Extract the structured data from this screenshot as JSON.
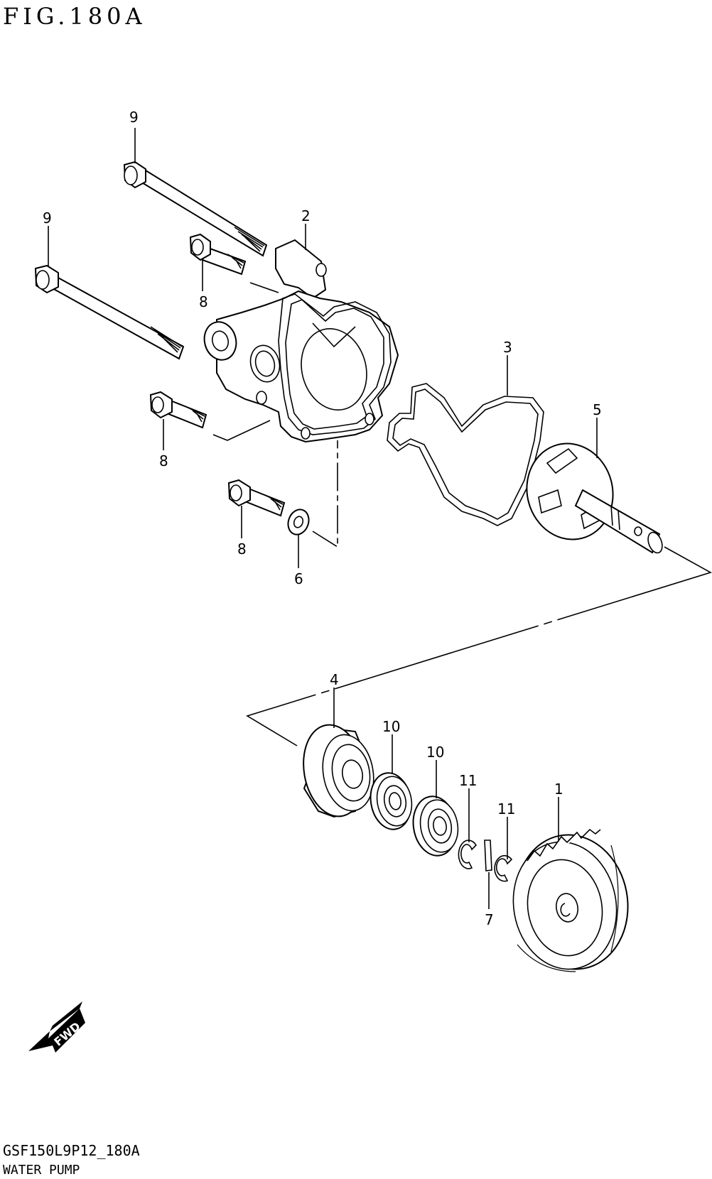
{
  "figure": {
    "title": "FIG.180A"
  },
  "footer": {
    "code": "GSF150L9P12_180A",
    "name": "WATER PUMP"
  },
  "fwd_arrow": {
    "label": "FWD"
  },
  "callouts": [
    {
      "id": "c9a",
      "label": "9"
    },
    {
      "id": "c9b",
      "label": "9"
    },
    {
      "id": "c2",
      "label": "2"
    },
    {
      "id": "c8a",
      "label": "8"
    },
    {
      "id": "c8b",
      "label": "8"
    },
    {
      "id": "c8c",
      "label": "8"
    },
    {
      "id": "c3",
      "label": "3"
    },
    {
      "id": "c5",
      "label": "5"
    },
    {
      "id": "c6",
      "label": "6"
    },
    {
      "id": "c4",
      "label": "4"
    },
    {
      "id": "c10a",
      "label": "10"
    },
    {
      "id": "c10b",
      "label": "10"
    },
    {
      "id": "c11a",
      "label": "11"
    },
    {
      "id": "c11b",
      "label": "11"
    },
    {
      "id": "c1",
      "label": "1"
    },
    {
      "id": "c7",
      "label": "7"
    }
  ]
}
